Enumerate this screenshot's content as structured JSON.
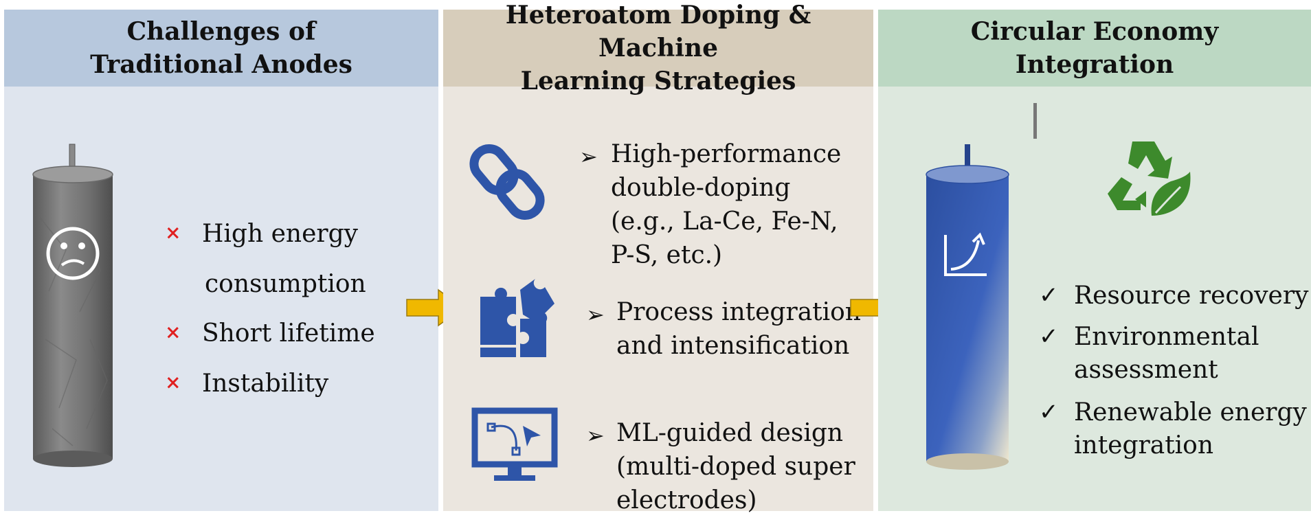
{
  "panels": [
    {
      "title_lines": [
        "Challenges of",
        "Traditional Anodes"
      ],
      "items": [
        {
          "marker": "×",
          "lines": [
            "High energy",
            "consumption"
          ]
        },
        {
          "marker": "×",
          "lines": [
            "Short lifetime"
          ]
        },
        {
          "marker": "×",
          "lines": [
            "Instability"
          ]
        }
      ],
      "icons": [
        "gray-anode-cylinder-icon",
        "sad-face-icon"
      ]
    },
    {
      "title_lines": [
        "Heteroatom Doping & Machine",
        "Learning Strategies"
      ],
      "items": [
        {
          "marker": "➢",
          "icon": "chain-link-icon",
          "lines": [
            "High-performance",
            "double-doping",
            "(e.g., La-Ce, Fe-N,",
            "P-S, etc.)"
          ]
        },
        {
          "marker": "➢",
          "icon": "puzzle-icon",
          "lines": [
            "Process integration",
            "and intensification"
          ]
        },
        {
          "marker": "➢",
          "icon": "monitor-design-icon",
          "lines": [
            "ML-guided design",
            "(multi-doped super",
            "electrodes)"
          ]
        }
      ]
    },
    {
      "title_lines": [
        "Circular Economy",
        "Integration"
      ],
      "items": [
        {
          "marker": "✓",
          "lines": [
            "Resource recovery"
          ]
        },
        {
          "marker": "✓",
          "lines": [
            "Environmental",
            "assessment"
          ]
        },
        {
          "marker": "✓",
          "lines": [
            "Renewable energy",
            "integration"
          ]
        }
      ],
      "icons": [
        "blue-anode-cylinder-icon",
        "growth-chart-icon",
        "recycle-leaf-icon"
      ]
    }
  ],
  "colors": {
    "panel1_header": "#b7c8dd",
    "panel1_body": "#dfe5ee",
    "panel2_header": "#d7cdbb",
    "panel2_body": "#ebe6df",
    "panel3_header": "#bcd8c3",
    "panel3_body": "#dde8de",
    "arrow": "#f0b800",
    "icon_blue": "#2e55a8",
    "recycle_green": "#3d8a2c",
    "x_red": "#e02020"
  },
  "arrows": [
    "right-arrow-icon",
    "right-arrow-icon"
  ]
}
